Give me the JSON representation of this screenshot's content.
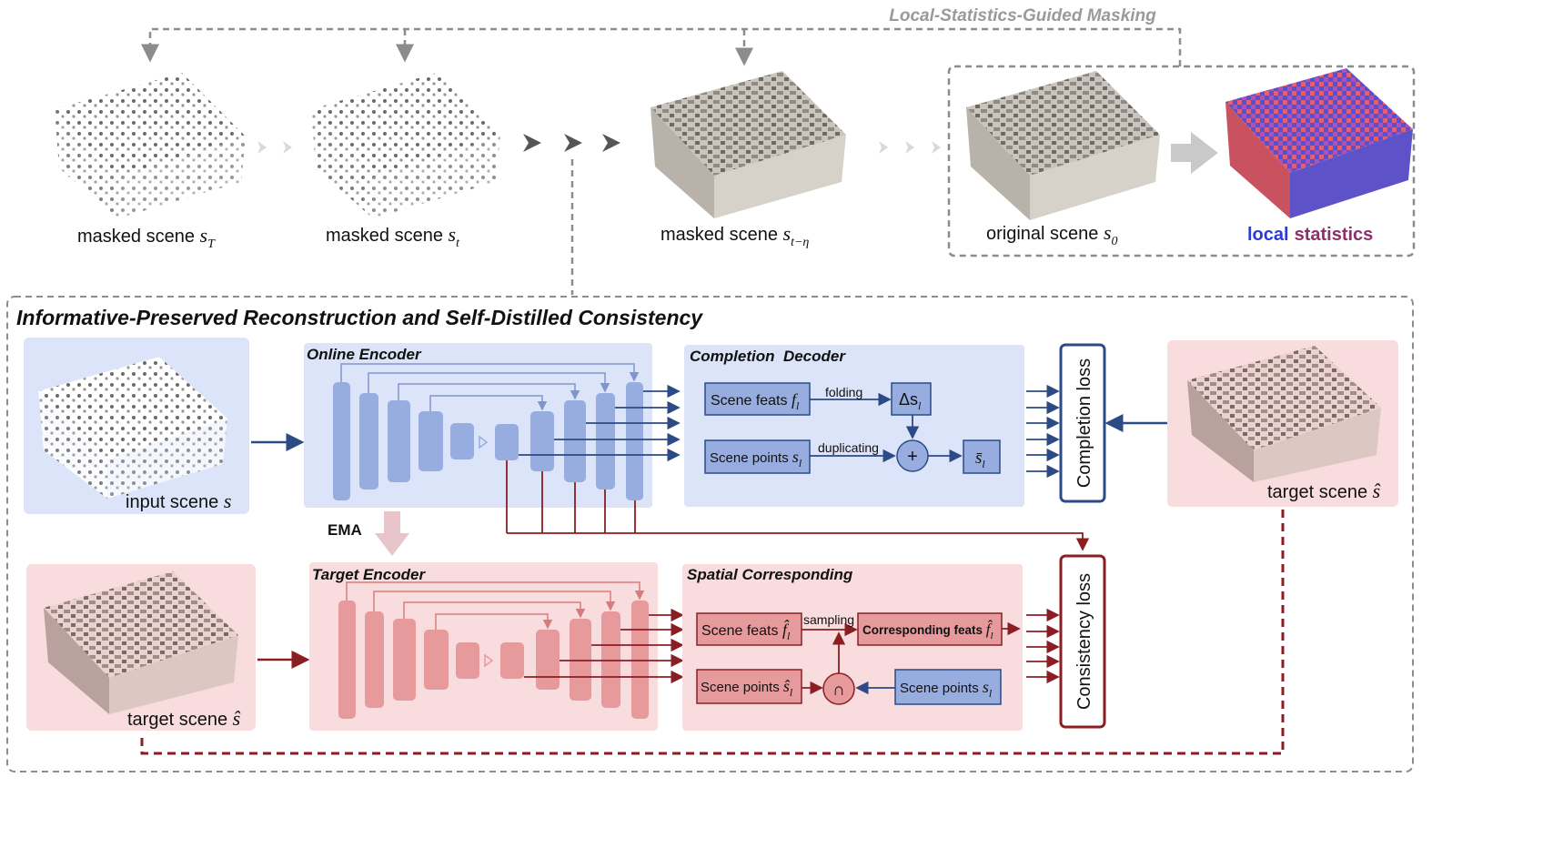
{
  "top": {
    "masking_title": "Local-Statistics-Guided Masking",
    "scenes": [
      {
        "prefix": "masked scene ",
        "sym": "s",
        "sub": "T"
      },
      {
        "prefix": "masked scene ",
        "sym": "s",
        "sub": "t"
      },
      {
        "prefix": "masked scene ",
        "sym": "s",
        "sub": "t−η"
      },
      {
        "prefix": "original scene ",
        "sym": "s",
        "sub": "0"
      }
    ],
    "local_stats": {
      "word1": "local",
      "word2": "statistics"
    }
  },
  "bottom": {
    "section_title": "Informative-Preserved Reconstruction and Self-Distilled Consistency",
    "input_scene": {
      "prefix": "input scene ",
      "sym": "s"
    },
    "online_encoder": "Online Encoder",
    "target_encoder": "Target Encoder",
    "ema": "EMA",
    "completion_decoder": "Completion  Decoder",
    "spatial_corresponding": "Spatial Corresponding",
    "completion_loss": "Completion loss",
    "consistency_loss": "Consistency loss",
    "target_scene_top": {
      "prefix": "target scene ",
      "sym": "ŝ"
    },
    "target_scene_bottom": {
      "prefix": "target scene ",
      "sym": "ŝ"
    },
    "decoder": {
      "scene_feats": {
        "prefix": "Scene feats ",
        "sym": "f",
        "sub": "l"
      },
      "scene_points": {
        "prefix": "Scene points ",
        "sym": "s",
        "sub": "l"
      },
      "folding": "folding",
      "duplicating": "duplicating",
      "delta": {
        "sym": "Δs",
        "sub": "l"
      },
      "plus": "+",
      "sbar": {
        "sym": "s̄",
        "sub": "l"
      }
    },
    "spatial": {
      "scene_feats": {
        "prefix": "Scene feats ",
        "sym": "f̂",
        "sub": "l"
      },
      "corresponding_feats": {
        "prefix": "Corresponding feats ",
        "sym": "f̂",
        "sub": "l"
      },
      "sampling": "sampling",
      "scene_points_hat": {
        "prefix": "Scene points ",
        "sym": "ŝ",
        "sub": "l"
      },
      "scene_points": {
        "prefix": "Scene points ",
        "sym": "s",
        "sub": "l"
      },
      "cap": "∩"
    }
  },
  "colors": {
    "blue_panel": "#dbe4f8",
    "blue_block": "#97acdf",
    "blue_line": "#2c4a86",
    "red_panel": "#f9dcdd",
    "red_block": "#e79a9b",
    "red_line": "#8a1e22",
    "gray_arrow": "#c9c9c9",
    "dark_arrow": "#555555",
    "title_gray": "#9a9a9a"
  }
}
